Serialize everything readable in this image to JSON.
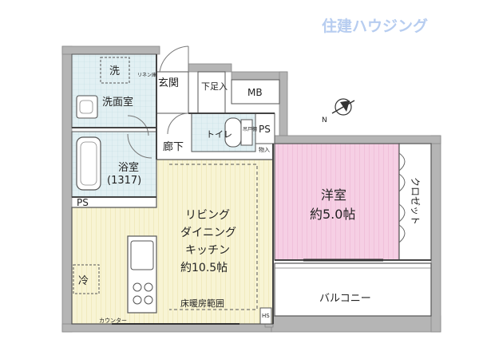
{
  "logo": {
    "text": "住建ハウジング"
  },
  "rooms": {
    "entrance": "玄関",
    "shoe_storage": "下足入",
    "mb": "MB",
    "wash_machine": "洗",
    "linen": "リネン庫",
    "washroom": "洗面室",
    "corridor": "廊下",
    "toilet": "トイレ",
    "toilet_shelf": "吊戸棚",
    "ps_upper": "PS",
    "storage": "物入",
    "bath_name": "浴室",
    "bath_size": "(1317)",
    "ps_lower": "PS",
    "ldk_line1": "リビング",
    "ldk_line2": "ダイニング",
    "ldk_line3": "キッチン",
    "ldk_size": "約10.5帖",
    "floor_heating": "床暖房範囲",
    "fridge": "冷",
    "counter": "カウンター",
    "hs": "HS",
    "western_name": "洋室",
    "western_size": "約5.0帖",
    "closet": "クロゼット",
    "balcony": "バルコニー"
  },
  "compass": {
    "label": "N"
  },
  "colors": {
    "ldk_floor": "#f8f4d4",
    "western_floor": "#f6cfe4",
    "wet_area": "#e2f0f3",
    "wall": "#b5b5b5",
    "logo": "#b7cdf0"
  }
}
